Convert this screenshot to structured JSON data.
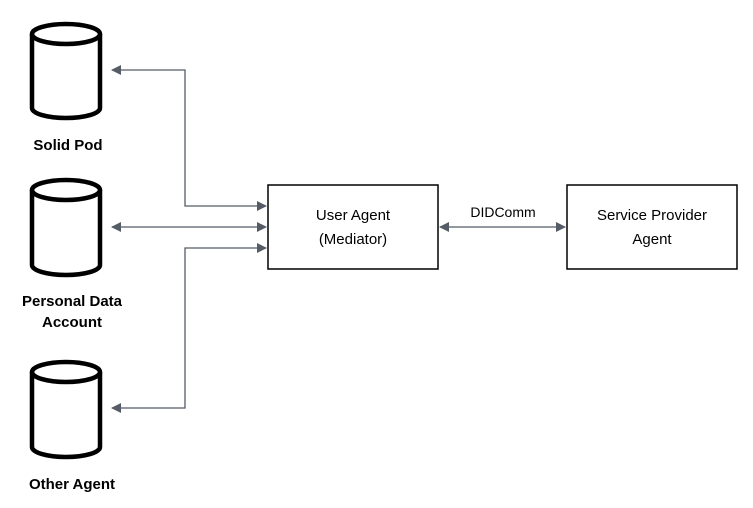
{
  "nodes": {
    "solid_pod": {
      "label": "Solid Pod"
    },
    "personal_data_account": {
      "label_lines": [
        "Personal Data",
        "Account"
      ]
    },
    "other_agent": {
      "label": "Other Agent"
    },
    "user_agent": {
      "label_lines": [
        "User Agent",
        "(Mediator)"
      ]
    },
    "service_provider_agent": {
      "label_lines": [
        "Service Provider",
        "Agent"
      ]
    }
  },
  "edges": {
    "didcomm": {
      "label": "DIDComm"
    }
  },
  "colors": {
    "connector": "#555c66",
    "outline": "#000000",
    "background": "#ffffff"
  }
}
